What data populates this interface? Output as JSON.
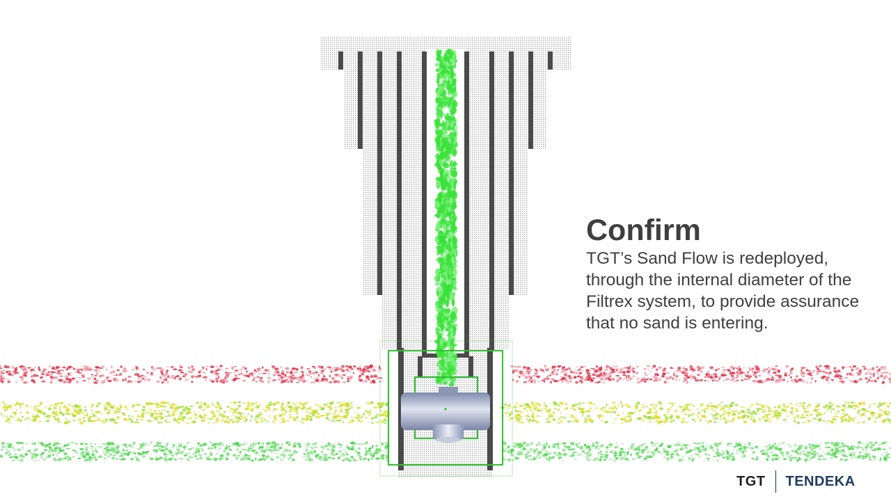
{
  "caption": {
    "title": "Confirm",
    "body": "TGT’s Sand Flow is redeployed, through the internal diameter of the Filtrex system, to provide assurance that no sand is entering."
  },
  "logos": {
    "tgt": "TGT",
    "tendeka": "TENDEKA"
  },
  "colors": {
    "background": "#ffffff",
    "text": "#3f3f3f",
    "sand_flow_green": "#39e239",
    "band_red": "#e0324a",
    "band_yellow": "#d9e02a",
    "band_green": "#4fd64f",
    "casing_dark": "#4a4a4a",
    "casing_hatch": "#b9b9b9",
    "tool_steel": "#9aa6c6",
    "highlight_box": "#2fc02f",
    "logo_tendeka": "#1e3a5f"
  }
}
